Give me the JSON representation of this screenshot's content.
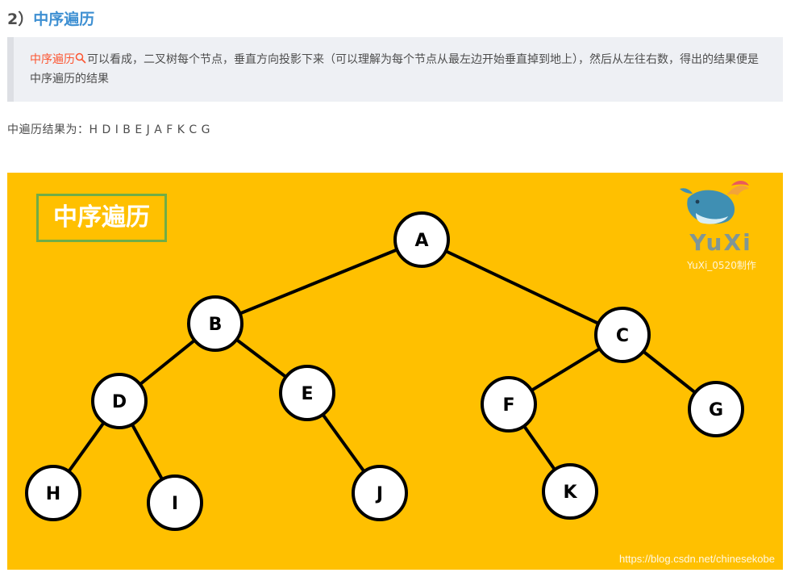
{
  "section": {
    "number": "2）",
    "title": "中序遍历"
  },
  "quote": {
    "link_text": "中序遍历",
    "text": "可以看成，二叉树每个节点，垂直方向投影下来（可以理解为每个节点从最左边开始垂直掉到地上），然后从左往右数，得出的结果便是中序遍历的结果"
  },
  "result_line": "中遍历结果为：H D I B E J A F K C G",
  "figure": {
    "title": "中序遍历",
    "watermark_brand": "YuXi",
    "watermark_sub": "YuXi_0520制作",
    "watermark_url": "https://blog.csdn.net/chinesekobe",
    "colors": {
      "background": "#ffc000",
      "title_border": "#70ad47",
      "node_fill": "#ffffff",
      "edge": "#000000"
    },
    "tree": {
      "nodes": [
        "A",
        "B",
        "C",
        "D",
        "E",
        "F",
        "G",
        "H",
        "I",
        "J",
        "K"
      ],
      "edges": [
        [
          "A",
          "B"
        ],
        [
          "A",
          "C"
        ],
        [
          "B",
          "D"
        ],
        [
          "B",
          "E"
        ],
        [
          "D",
          "H"
        ],
        [
          "D",
          "I"
        ],
        [
          "E",
          "J"
        ],
        [
          "C",
          "F"
        ],
        [
          "C",
          "G"
        ],
        [
          "F",
          "K"
        ]
      ]
    }
  }
}
